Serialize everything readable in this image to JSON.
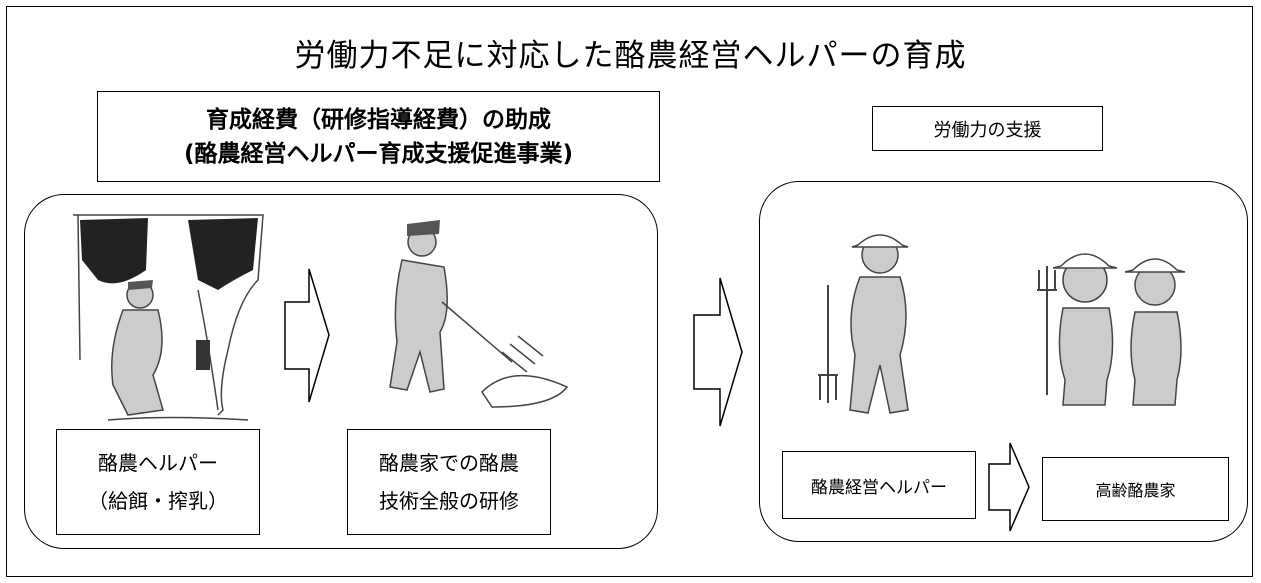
{
  "title": "労働力不足に対応した酪農経営ヘルパーの育成",
  "funding": {
    "line1": "育成経費（研修指導経費）の助成",
    "line2": "(酪農経営ヘルパー育成支援促進事業)"
  },
  "labor_support": "労働力の支援",
  "cards": {
    "helper": {
      "line1": "酪農ヘルパー",
      "line2": "（給餌・搾乳）"
    },
    "training": {
      "line1": "酪農家での酪農",
      "line2": "技術全般の研修"
    },
    "management_helper": "酪農経営ヘルパー",
    "elderly_farmers": "高齢酪農家"
  },
  "icons": [
    "cow-milking-illustration",
    "farmer-forking-hay-illustration",
    "helper-with-pitchfork-illustration",
    "elderly-farmers-illustration",
    "arrow-right-icon"
  ]
}
